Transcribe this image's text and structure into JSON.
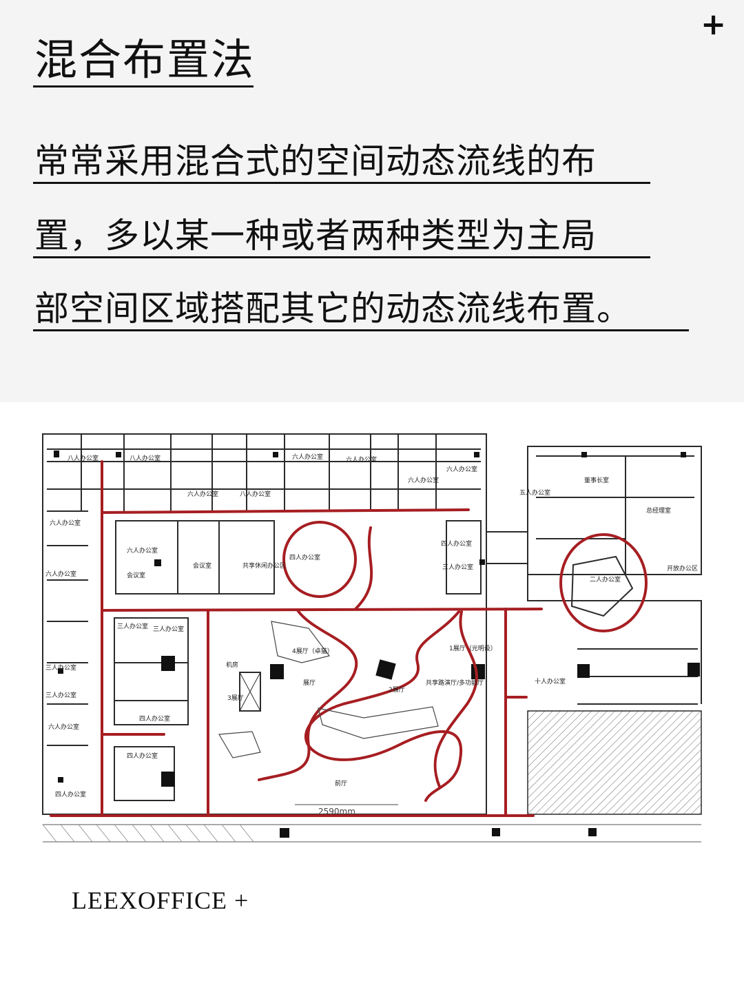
{
  "header": {
    "plus": "+",
    "title": "混合布置法"
  },
  "description": {
    "line1": "常常采用混合式的空间动态流线的布",
    "line2": "置，多以某一种或者两种类型为主局",
    "line3": "部空间区域搭配其它的动态流线布置。"
  },
  "floorplan": {
    "rooms": {
      "r1": "八人办公室",
      "r2": "八人办公室",
      "r3": "六人办公室",
      "r4": "六人办公室",
      "r5": "六人办公室",
      "r6": "六人办公室",
      "r7": "八人办公室",
      "r8": "六人办公室",
      "r9": "六人办公室",
      "r10": "六人办公室",
      "r11": "六人办公室",
      "r12": "会议室",
      "r13": "会议室",
      "r14": "共享休闲办公区",
      "r15": "四人办公室",
      "r16": "四人办公室",
      "r17": "三人办公室",
      "r18": "五人办公室",
      "r19": "董事长室",
      "r20": "总经理室",
      "r21": "开放办公区",
      "r22": "二人办公室",
      "r23": "三人办公室",
      "r24": "三人办公室",
      "r25": "三人办公室",
      "r26": "三人办公室",
      "r27": "六人办公室",
      "r28": "四人办公室",
      "r29": "四人办公室",
      "r30": "四人办公室",
      "r31": "机房",
      "r32": "3展厅",
      "r33": "4展厅（卓猫）",
      "r34": "展厅",
      "r35": "2展厅",
      "r36": "1展厅（光明设）",
      "r37": "共享路演厅/多功能厅",
      "r38": "前厅",
      "r39": "十人办公室"
    },
    "dimension": "2590mm"
  },
  "footer": {
    "brand": "LEEXOFFICE +"
  },
  "colors": {
    "flow_line": "#a61e22",
    "wall": "#2a2a2a"
  }
}
